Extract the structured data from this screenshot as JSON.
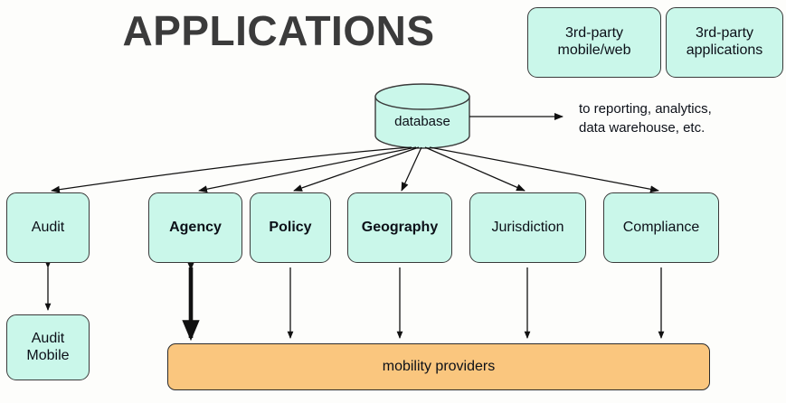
{
  "diagram": {
    "title": "APPLICATIONS",
    "title_color": "#3b3b3b",
    "background_color": "#fdfdfb",
    "mint_color": "#caf7ea",
    "orange_color": "#fac67e",
    "stroke_color": "#2b2b2b",
    "third_party": [
      {
        "label": "3rd-party\nmobile/web",
        "line1": "3rd-party",
        "line2": "mobile/web"
      },
      {
        "label": "3rd-party\napplications",
        "line1": "3rd-party",
        "line2": "applications"
      }
    ],
    "database": {
      "label": "database",
      "shape": "cylinder"
    },
    "side_note": {
      "line1": "to reporting, analytics,",
      "line2": "data warehouse, etc."
    },
    "modules": [
      {
        "label": "Audit",
        "bold": false
      },
      {
        "label": "Agency",
        "bold": true
      },
      {
        "label": "Policy",
        "bold": true
      },
      {
        "label": "Geography",
        "bold": true
      },
      {
        "label": "Jurisdiction",
        "bold": false
      },
      {
        "label": "Compliance",
        "bold": false
      }
    ],
    "audit_mobile": {
      "line1": "Audit",
      "line2": "Mobile"
    },
    "mobility_providers": {
      "label": "mobility providers"
    }
  }
}
